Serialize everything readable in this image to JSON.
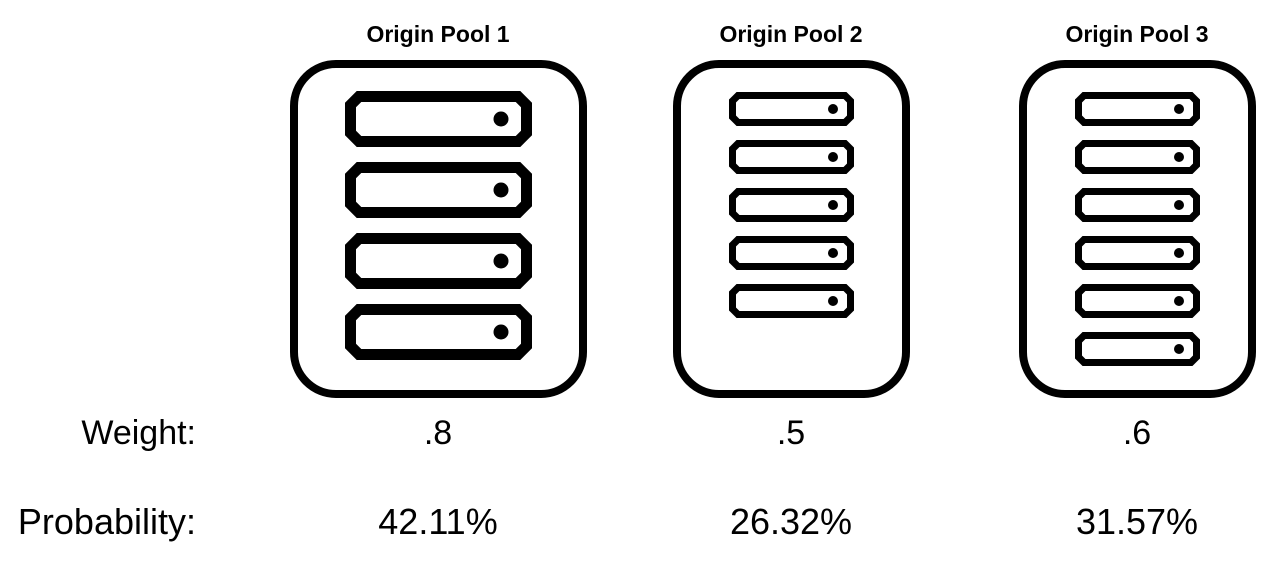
{
  "labels": {
    "weight": "Weight:",
    "probability": "Probability:"
  },
  "pools": [
    {
      "title": "Origin Pool 1",
      "server_count": 4,
      "icon_size": "large",
      "weight": ".8",
      "probability": "42.11%"
    },
    {
      "title": "Origin Pool 2",
      "server_count": 5,
      "icon_size": "small",
      "weight": ".5",
      "probability": "26.32%"
    },
    {
      "title": "Origin Pool 3",
      "server_count": 6,
      "icon_size": "small",
      "weight": ".6",
      "probability": "31.57%"
    }
  ],
  "colors": {
    "foreground": "#000000",
    "background": "#ffffff"
  }
}
